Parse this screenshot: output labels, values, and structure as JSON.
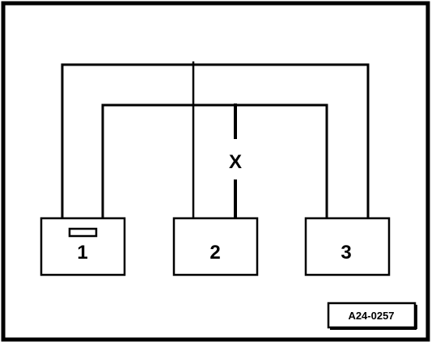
{
  "diagram": {
    "components": [
      {
        "label": "1"
      },
      {
        "label": "2"
      },
      {
        "label": "3"
      }
    ],
    "break_marker": "X",
    "reference_code": "A24-0257",
    "colors": {
      "background": "#ffffff",
      "line": "#000000"
    }
  }
}
